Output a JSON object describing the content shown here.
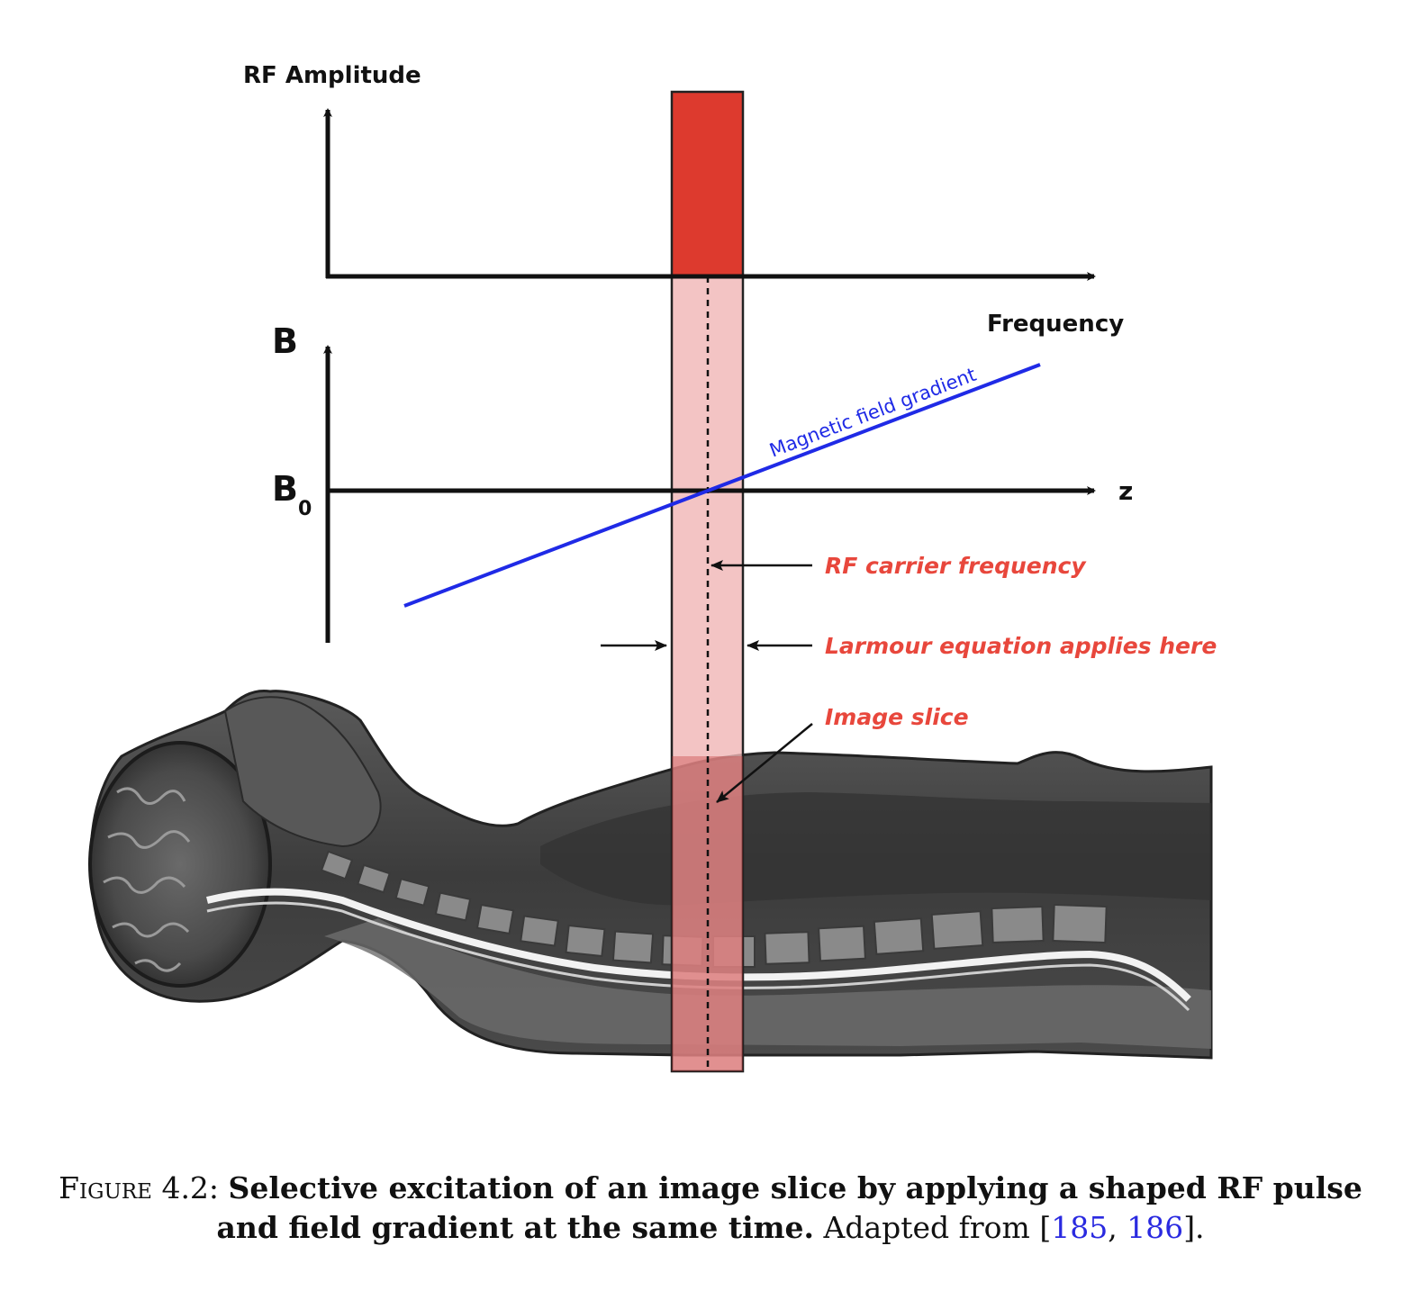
{
  "axes": {
    "rf_amplitude_label": "RF Amplitude",
    "frequency_label": "Frequency",
    "b_label": "B",
    "b0_main": "B",
    "b0_sub": "0",
    "z_label": "z"
  },
  "annotations": {
    "gradient_label": "Magnetic field gradient",
    "rf_carrier": "RF carrier frequency",
    "larmour": "Larmour equation applies here",
    "image_slice": "Image slice"
  },
  "colors": {
    "rf_pulse": "#dd3a2e",
    "slice_band": "#f0b5b5",
    "gradient_line": "#1f2ae6",
    "annotation_red": "#e8473c",
    "ref_blue": "#2a2ae0"
  },
  "caption": {
    "figure_label": "Figure 4.2:",
    "bold_text": "Selective excitation of an image slice by applying a shaped RF pulse and field gradient at the same time.",
    "normal_text": "Adapted from [",
    "ref1": "185",
    "sep": ", ",
    "ref2": "186",
    "end": "]."
  }
}
